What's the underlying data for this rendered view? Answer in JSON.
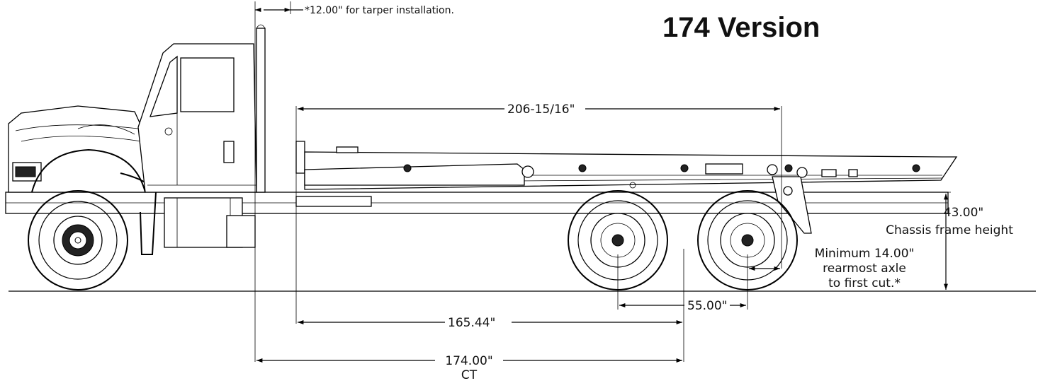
{
  "title": "174 Version",
  "notes": {
    "tarper": "*12.00\" for tarper installation."
  },
  "dimensions": {
    "body_length": "206-15/16\"",
    "frame_height_value": "43.00\"",
    "frame_height_label": "Chassis frame height",
    "min_cut_line1": "Minimum 14.00\"",
    "min_cut_line2": "rearmost axle",
    "min_cut_line3": "to first cut.*",
    "tandem_spacing": "55.00\"",
    "body_to_axle": "165.44\"",
    "ct_value": "174.00\"",
    "ct_label": "CT"
  }
}
